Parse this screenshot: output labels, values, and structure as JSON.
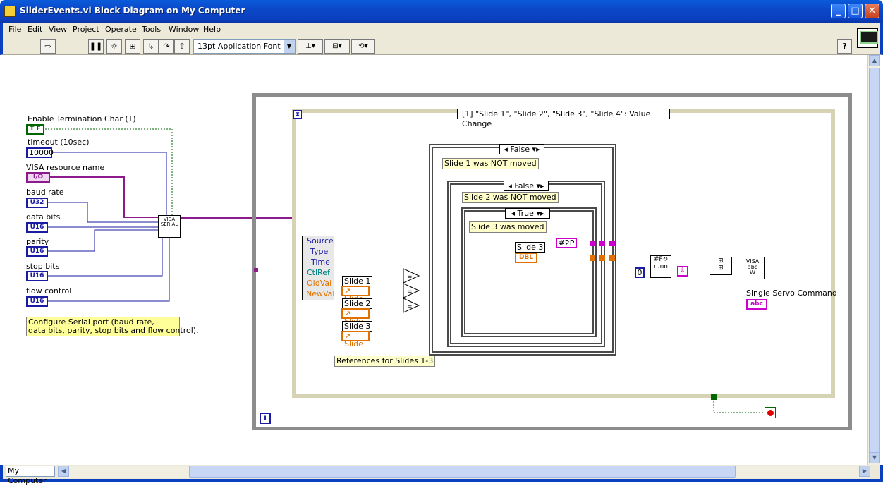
{
  "window": {
    "title": "SliderEvents.vi Block Diagram on My Computer",
    "minimize": "_",
    "maximize": "□",
    "close": "✕"
  },
  "menu": [
    "File",
    "Edit",
    "View",
    "Project",
    "Operate",
    "Tools",
    "Window",
    "Help"
  ],
  "toolbar": {
    "font": "13pt Application Font",
    "help": "?"
  },
  "inputs": {
    "enable_term_label": "Enable Termination Char (T)",
    "enable_term_value": "T F",
    "timeout_label": "timeout (10sec)",
    "timeout_value": "10000",
    "visa_label": "VISA resource name",
    "visa_value": "I/O",
    "baud_label": "baud rate",
    "baud_value": "U32",
    "databits_label": "data bits",
    "databits_value": "U16",
    "parity_label": "parity",
    "parity_value": "U16",
    "stopbits_label": "stop bits",
    "stopbits_value": "U16",
    "flow_label": "flow control",
    "flow_value": "U16"
  },
  "comment": "Configure Serial port (baud rate,\ndata bits, parity, stop bits and flow control).",
  "visa_serial_node": "VISA\nSERIAL",
  "event": {
    "case_label": "[1] \"Slide 1\", \"Slide 2\", \"Slide 3\", \"Slide 4\": Value Change",
    "fields": [
      "Source",
      "Type",
      "Time",
      "CtlRef",
      "OldVal",
      "NewVal"
    ]
  },
  "slides": {
    "slide1": "Slide 1",
    "slide2": "Slide 2",
    "slide3": "Slide 3",
    "ref": "Slide",
    "refs_label": "References for Slides 1-3"
  },
  "cases": {
    "outer_sel": "False",
    "outer_label": "Slide 1 was NOT moved",
    "mid_sel": "False",
    "mid_label": "Slide 2 was NOT moved",
    "inner_sel": "True",
    "inner_label": "Slide 3 was moved",
    "slide3_label": "Slide 3",
    "dbl": "DBL",
    "cmd": "#2P",
    "zero": "0"
  },
  "output": {
    "visa_write": "VISA\nabc\nW",
    "single_servo_label": "Single Servo Command",
    "abc": "abc"
  },
  "info_glyph": "i",
  "loop_index_glyph": "i",
  "statusbar": {
    "context": "My Computer"
  }
}
